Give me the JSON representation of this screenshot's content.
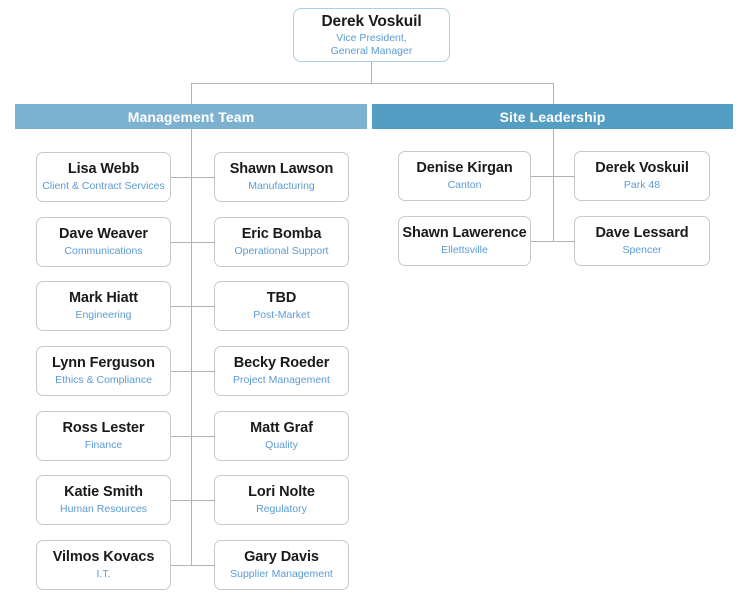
{
  "root": {
    "name": "Derek Voskuil",
    "role": "Vice President,\nGeneral Manager",
    "role_line1": "Vice President,",
    "role_line2": "General Manager"
  },
  "colors": {
    "management_header_bg": "#7cb1cf",
    "site_header_bg": "#539ec2",
    "header_text": "#ffffff",
    "node_border": "#c9c9c9",
    "root_border": "#a9cee6",
    "name_text": "#1a1a1a",
    "role_text": "#5b9bd5",
    "connector": "#b3b3b3",
    "page_bg": "#ffffff"
  },
  "groups": [
    {
      "id": "management",
      "title": "Management Team",
      "left_column": [
        {
          "name": "Lisa Webb",
          "role": "Client & Contract Services"
        },
        {
          "name": "Dave Weaver",
          "role": "Communications"
        },
        {
          "name": "Mark Hiatt",
          "role": "Engineering"
        },
        {
          "name": "Lynn Ferguson",
          "role": "Ethics & Compliance"
        },
        {
          "name": "Ross Lester",
          "role": "Finance"
        },
        {
          "name": "Katie Smith",
          "role": "Human Resources"
        },
        {
          "name": "Vilmos Kovacs",
          "role": "I.T."
        }
      ],
      "right_column": [
        {
          "name": "Shawn Lawson",
          "role": "Manufacturing"
        },
        {
          "name": "Eric Bomba",
          "role": "Operational Support"
        },
        {
          "name": "TBD",
          "role": "Post-Market"
        },
        {
          "name": "Becky Roeder",
          "role": "Project Management"
        },
        {
          "name": "Matt Graf",
          "role": "Quality"
        },
        {
          "name": "Lori Nolte",
          "role": "Regulatory"
        },
        {
          "name": "Gary Davis",
          "role": "Supplier Management"
        }
      ]
    },
    {
      "id": "site",
      "title": "Site Leadership",
      "left_column": [
        {
          "name": "Denise Kirgan",
          "role": "Canton"
        },
        {
          "name": "Shawn Lawerence",
          "role": "Ellettsville"
        }
      ],
      "right_column": [
        {
          "name": "Derek Voskuil",
          "role": "Park 48"
        },
        {
          "name": "Dave Lessard",
          "role": "Spencer"
        }
      ]
    }
  ]
}
